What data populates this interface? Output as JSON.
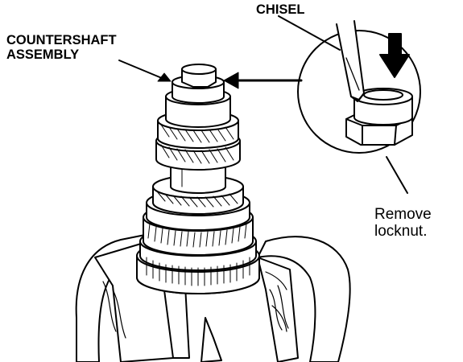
{
  "labels": {
    "countershaft_line1": "COUNTERSHAFT",
    "countershaft_line2": "ASSEMBLY",
    "chisel": "CHISEL",
    "remove_line1": "Remove",
    "remove_line2": "locknut."
  }
}
